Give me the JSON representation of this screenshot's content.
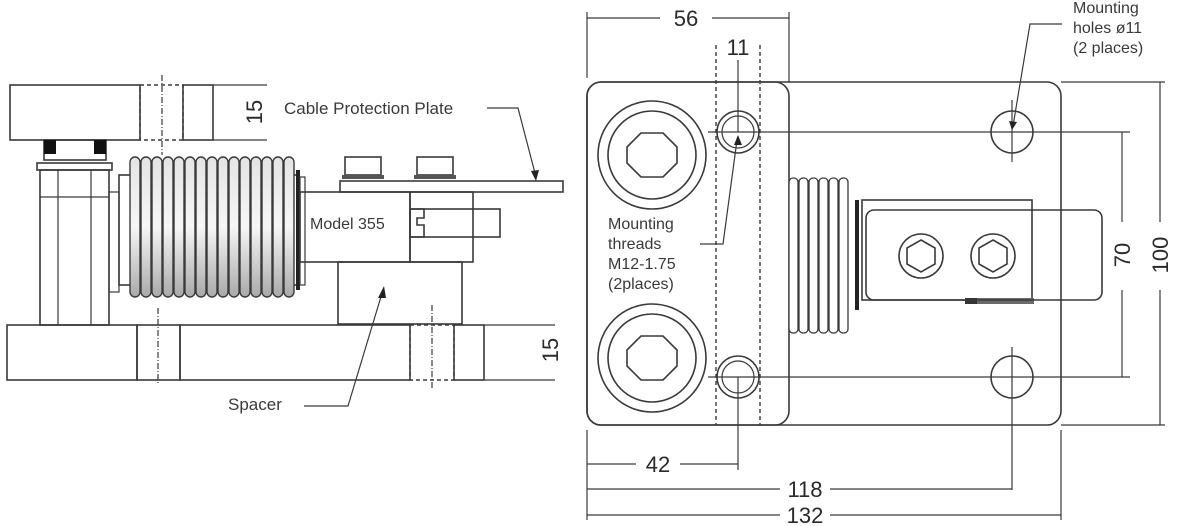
{
  "side_view": {
    "labels": {
      "cable_protection_plate": "Cable Protection Plate",
      "model": "Model 355",
      "spacer": "Spacer"
    },
    "dimensions": {
      "top_plate_thickness": "15",
      "bottom_plate_thickness": "15"
    }
  },
  "top_view": {
    "labels": {
      "mounting_holes_line1": "Mounting",
      "mounting_holes_line2": "holes ø11",
      "mounting_holes_line3": "(2 places)",
      "mounting_threads_line1": "Mounting",
      "mounting_threads_line2": "threads",
      "mounting_threads_line3": "M12-1.75",
      "mounting_threads_line4": "(2places)"
    },
    "dimensions": {
      "top_plate_width": "56",
      "hole_diameter": "11",
      "inner_hole_spacing": "70",
      "overall_height": "100",
      "hole_offset": "42",
      "outer_hole_spacing": "118",
      "overall_length": "132"
    }
  },
  "colors": {
    "line": "#3a3a3a",
    "plate_fill": "#d9d9d9",
    "light_fill": "#eeeeee",
    "dark_fill": "#a9a9a9",
    "accent_dark": "#1a1a1a"
  }
}
